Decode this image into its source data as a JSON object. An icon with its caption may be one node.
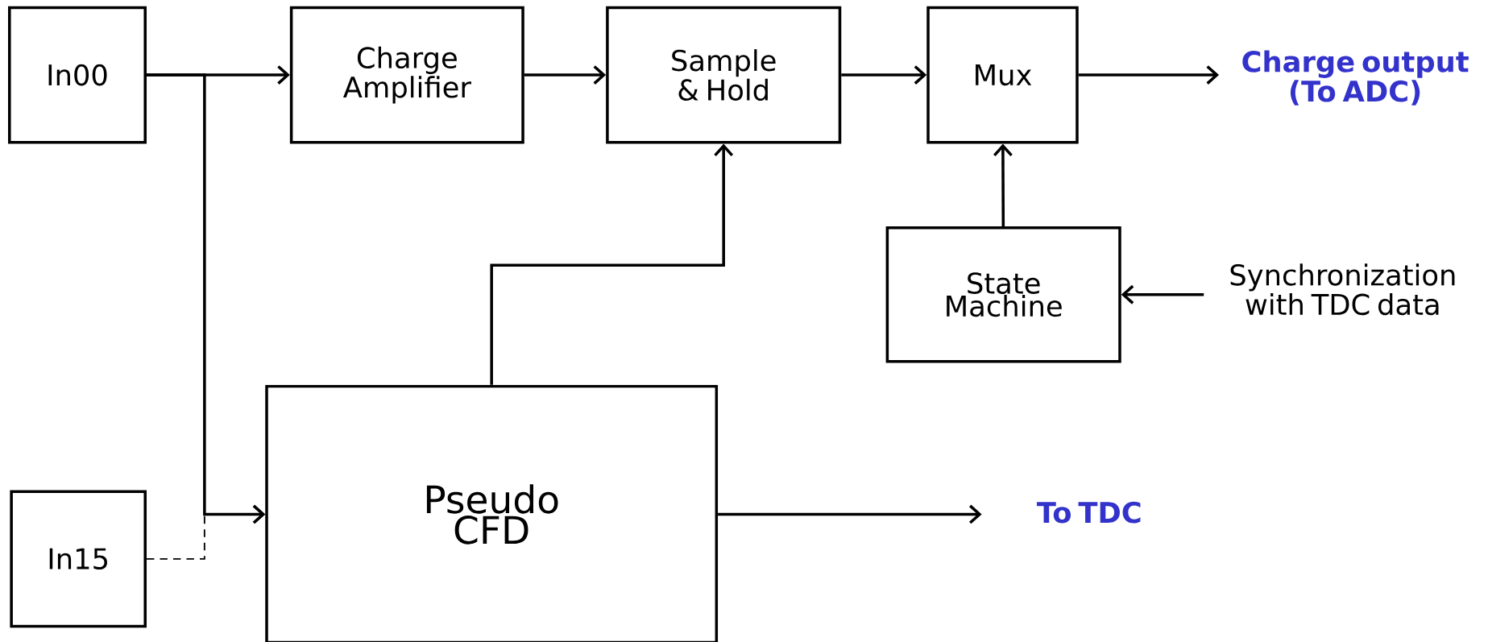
{
  "diagram": {
    "nodes": [
      {
        "text": [
          "In00"
        ]
      },
      {
        "text": [
          "Charge Amplifier"
        ]
      },
      {
        "text": [
          "Sample & Hold"
        ]
      },
      {
        "text": [
          "Mux"
        ]
      },
      {
        "text": [
          "Charge output (To ADC)"
        ]
      },
      {
        "text": [
          "State Machine"
        ]
      },
      {
        "text": [
          "Synchronization with TDC data"
        ]
      },
      {
        "text": [
          "Pseudo CFD"
        ]
      },
      {
        "text": [
          "To TDC"
        ]
      },
      {
        "text": [
          "In15"
        ]
      }
    ],
    "edges": [
      {
        "from": 0,
        "to": 1,
        "arrow": "to"
      },
      {
        "from": 1,
        "to": 2,
        "arrow": "to"
      },
      {
        "from": 2,
        "to": 3,
        "arrow": "to"
      },
      {
        "from": 3,
        "to": 4,
        "arrow": "to"
      },
      {
        "from": 5,
        "to": 3,
        "arrow": "to"
      },
      {
        "from": 6,
        "to": 5,
        "arrow": "to"
      },
      {
        "from": 0,
        "to": 7,
        "arrow": "to"
      },
      {
        "from": 9,
        "to": 7,
        "arrow": "to",
        "style": "dashed"
      },
      {
        "from": 7,
        "to": 2,
        "arrow": "to"
      },
      {
        "from": 7,
        "to": 8,
        "arrow": "to"
      }
    ]
  }
}
